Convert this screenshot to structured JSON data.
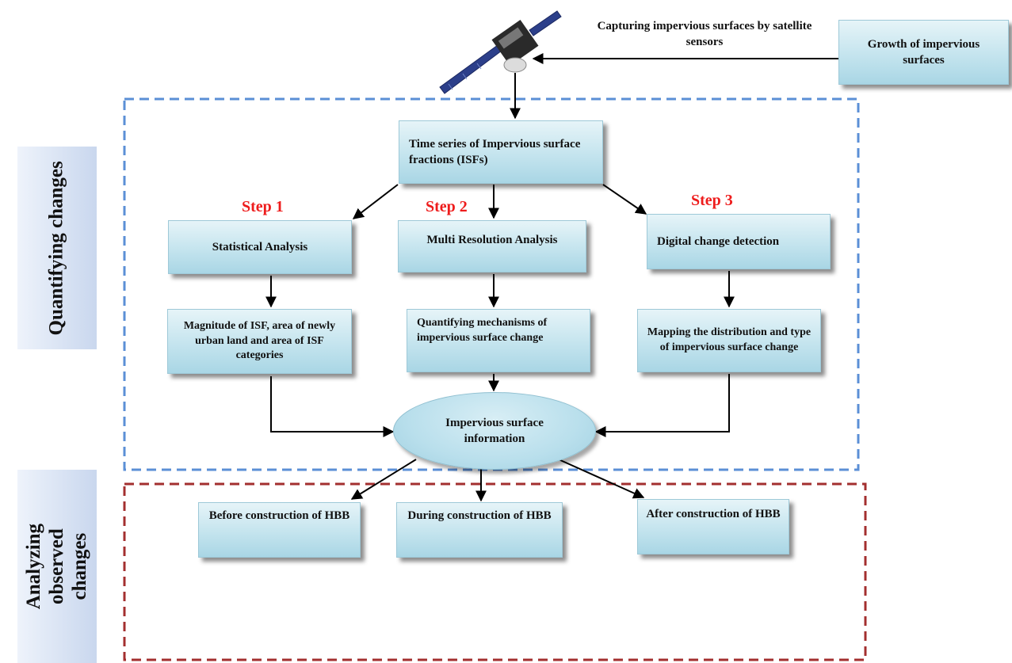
{
  "caption_top": "Capturing impervious surfaces by satellite sensors",
  "growth_box": "Growth of impervious surfaces",
  "side_labels": {
    "quantifying": "Quantifying changes",
    "analyzing": "Analyzing observed changes"
  },
  "time_series": "Time series of Impervious surface fractions (ISFs)",
  "steps": [
    {
      "label": "Step 1",
      "method": "Statistical Analysis",
      "output": "Magnitude of ISF, area of newly urban land and area of ISF categories"
    },
    {
      "label": "Step 2",
      "method": "Multi Resolution Analysis",
      "output": "Quantifying mechanisms of impervious surface change"
    },
    {
      "label": "Step 3",
      "method": "Digital change detection",
      "output": "Mapping the distribution and type of impervious surface change"
    }
  ],
  "info": "Impervious surface information",
  "phases": [
    "Before construction of HBB",
    "During construction of HBB",
    "After construction of HBB"
  ],
  "colors": {
    "blue_dash": "#5b8fd6",
    "red_dash": "#a32f2f",
    "step_red": "#ee1c1c"
  }
}
